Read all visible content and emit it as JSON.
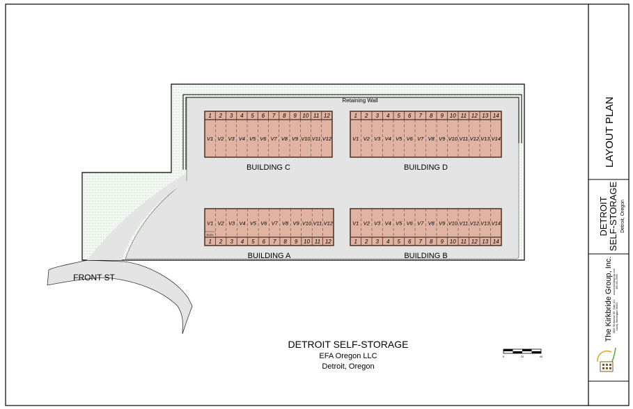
{
  "plan": {
    "retaining_wall_label": "Retaining Wall",
    "street_label": "FRONT ST",
    "buildings": [
      {
        "id": "c",
        "label": "BUILDING C",
        "units": [
          "1",
          "2",
          "3",
          "4",
          "5",
          "6",
          "7",
          "8",
          "9",
          "10",
          "11",
          "12"
        ],
        "v_units": [
          "V1",
          "V2",
          "V3",
          "V4",
          "V5",
          "V6",
          "V7",
          "V8",
          "V9",
          "V10",
          "V11",
          "V12"
        ],
        "numbers_on": "top"
      },
      {
        "id": "d",
        "label": "BUILDING D",
        "units": [
          "1",
          "2",
          "3",
          "4",
          "5",
          "6",
          "7",
          "8",
          "9",
          "10",
          "11",
          "12",
          "13",
          "14"
        ],
        "v_units": [
          "V1",
          "V2",
          "V3",
          "V4",
          "V5",
          "V6",
          "V7",
          "V8",
          "V9",
          "V10",
          "V11",
          "V12",
          "V13",
          "V14"
        ],
        "numbers_on": "top"
      },
      {
        "id": "a",
        "label": "BUILDING A",
        "units": [
          "1",
          "2",
          "3",
          "4",
          "5",
          "6",
          "7",
          "8",
          "9",
          "10",
          "11",
          "12"
        ],
        "v_units": [
          "V1",
          "V2",
          "V3",
          "V4",
          "V5",
          "V6",
          "V7",
          "V8",
          "V9",
          "V10",
          "V11",
          "V12"
        ],
        "numbers_on": "bottom",
        "elec_label": "ELEC"
      },
      {
        "id": "b",
        "label": "BUILDING B",
        "units": [
          "1",
          "2",
          "3",
          "4",
          "5",
          "6",
          "7",
          "8",
          "9",
          "10",
          "11",
          "12",
          "13",
          "14"
        ],
        "v_units": [
          "V1",
          "V2",
          "V3",
          "V4",
          "V5",
          "V6",
          "V7",
          "V8",
          "V9",
          "V10",
          "V11",
          "V12",
          "V13",
          "V14"
        ],
        "numbers_on": "bottom"
      }
    ],
    "scale_labels": [
      "0",
      "20",
      "40"
    ],
    "colors": {
      "building_fill": "#e0b3a3",
      "building_stroke": "#4a3020",
      "paved": "#e4e4e4",
      "landscape": "#eef5ea"
    }
  },
  "title": {
    "project": "DETROIT SELF-STORAGE",
    "owner": "EFA Oregon LLC",
    "location": "Detroit, Oregon"
  },
  "title_block": {
    "sheet_title": "LAYOUT PLAN",
    "project_line1": "DETROIT",
    "project_line2": "SELF-STORAGE",
    "project_location": "Detroit, Oregon",
    "firm": "The Kirkbride Group, Inc.",
    "address1": "4803 7th Avenue SE, Suite 101",
    "address2": "Lacey, Washington 98503",
    "web": "www.kirkbridegroup.com",
    "phone": "360-491-9990"
  }
}
